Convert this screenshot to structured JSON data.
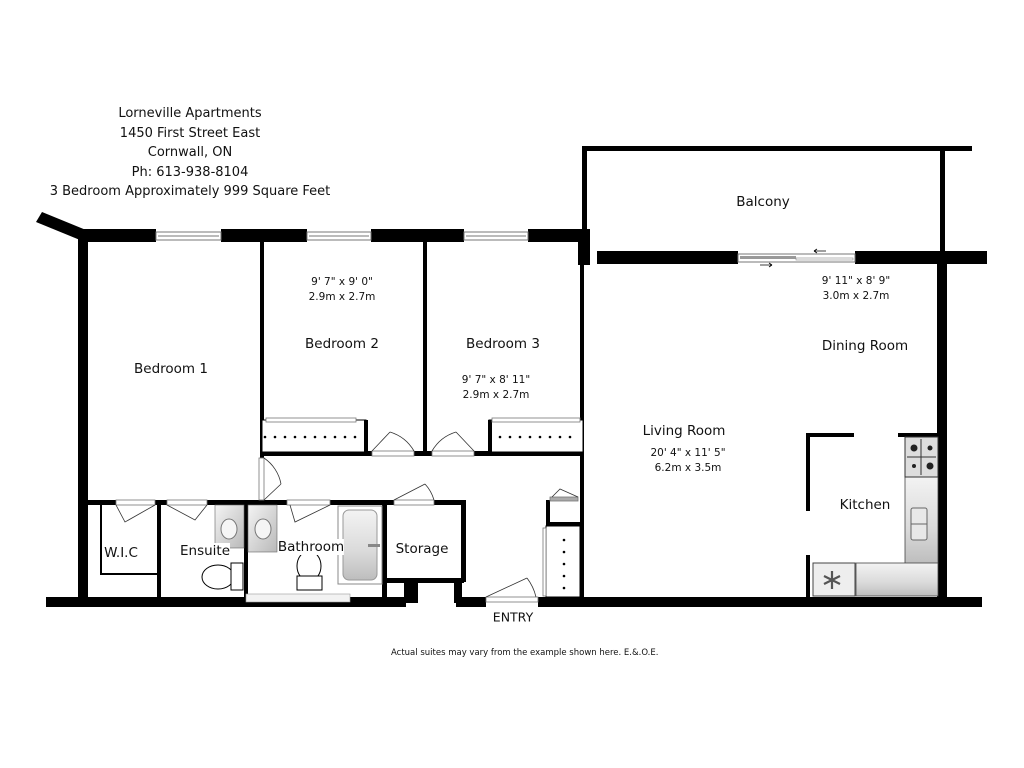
{
  "header": {
    "name": "Lorneville Apartments",
    "address": "1450 First Street East",
    "city": "Cornwall, ON",
    "phone": "Ph: 613-938-8104",
    "summary": "3 Bedroom Approximately 999 Square Feet"
  },
  "rooms": {
    "balcony": {
      "label": "Balcony"
    },
    "bedroom1": {
      "label": "Bedroom 1"
    },
    "bedroom2": {
      "label": "Bedroom 2",
      "dim_imperial": "9' 7\" x 9' 0\"",
      "dim_metric": "2.9m x 2.7m"
    },
    "bedroom3": {
      "label": "Bedroom 3",
      "dim_imperial": "9' 7\" x 8' 11\"",
      "dim_metric": "2.9m x 2.7m"
    },
    "dining": {
      "label": "Dining Room",
      "dim_imperial": "9' 11\" x 8' 9\"",
      "dim_metric": "3.0m x 2.7m"
    },
    "living": {
      "label": "Living Room",
      "dim_imperial": "20' 4\" x 11' 5\"",
      "dim_metric": "6.2m x 3.5m"
    },
    "kitchen": {
      "label": "Kitchen"
    },
    "wic": {
      "label": "W.I.C"
    },
    "ensuite": {
      "label": "Ensuite"
    },
    "bathroom": {
      "label": "Bathroom"
    },
    "storage": {
      "label": "Storage"
    },
    "entry": {
      "label": "ENTRY"
    }
  },
  "disclaimer": "Actual suites may vary from the example shown here. E.&.O.E."
}
